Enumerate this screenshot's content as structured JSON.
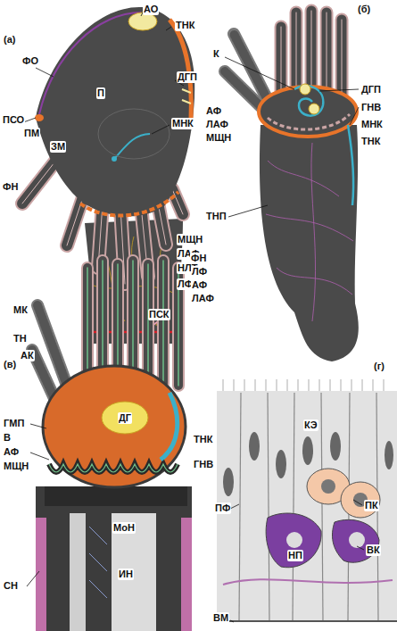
{
  "diagram": {
    "labels": [
      "(а)",
      "АО",
      "ТНК",
      "ФО",
      "ДГП",
      "ПСО",
      "ПМ",
      "ЗМ",
      "МНК",
      "П",
      "ФН",
      "МЩН",
      "ЛАФ",
      "НЛТ",
      "ЛФ",
      "МК",
      "ПСК",
      "ТН",
      "АК",
      "(б)",
      "К",
      "ДГП",
      "ГНВ",
      "АФ",
      "МНК",
      "ЛАФ",
      "ТНК",
      "МЩН",
      "ТНП",
      "(в)",
      "ФН",
      "ЛФ",
      "АФ",
      "ЛАФ",
      "ГМП",
      "ДГ",
      "В",
      "ТНК",
      "АФ",
      "ГНВ",
      "МЩН",
      "МоН",
      "ИН",
      "СН",
      "(г)",
      "КЭ",
      "ПФ",
      "ПК",
      "ВК",
      "НП",
      "ВМ"
    ]
  }
}
